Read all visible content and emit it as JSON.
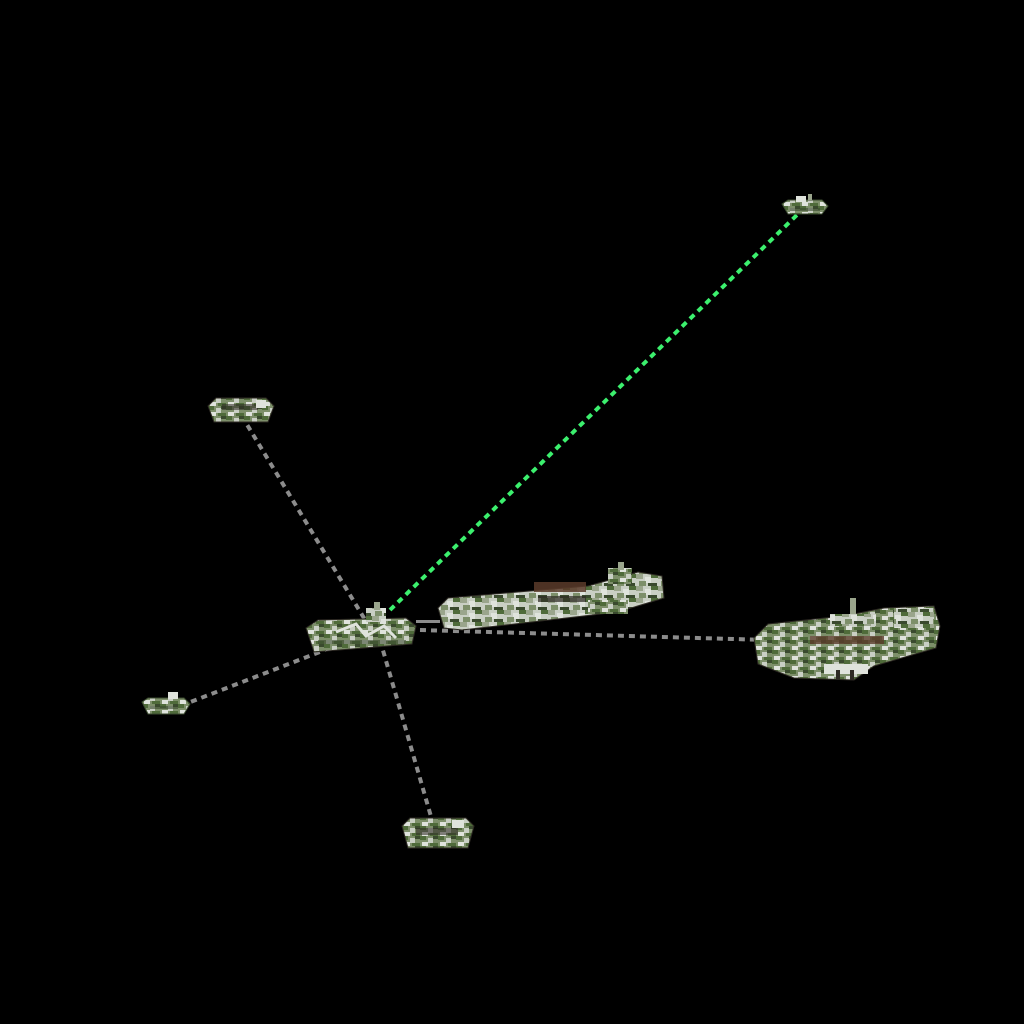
{
  "scene": {
    "background": "#000000",
    "link_color_active": "#3cf06e",
    "link_color_inactive": "#8c8c8c",
    "camo_colors": [
      "#4f6b3a",
      "#7d8f6a",
      "#c9cfc4",
      "#dfe3dc",
      "#3a4a2e",
      "#9aa58c"
    ],
    "detail_colors": [
      "#5a3b2a",
      "#2e2a24"
    ]
  },
  "ships": [
    {
      "id": "flagship",
      "kind": "cruiser",
      "icon": "flagship-icon"
    },
    {
      "id": "escort-upper-right",
      "kind": "scout",
      "icon": "scout-ship-icon"
    },
    {
      "id": "escort-upper-left",
      "kind": "corvette",
      "icon": "corvette-icon"
    },
    {
      "id": "escort-left",
      "kind": "scout",
      "icon": "scout-ship-icon"
    },
    {
      "id": "escort-bottom",
      "kind": "corvette",
      "icon": "corvette-icon"
    },
    {
      "id": "battleship",
      "kind": "battleship",
      "icon": "battleship-icon"
    },
    {
      "id": "carrier",
      "kind": "carrier",
      "icon": "carrier-icon"
    }
  ],
  "links": [
    {
      "from": "flagship",
      "to": "escort-upper-right",
      "state": "active"
    },
    {
      "from": "flagship",
      "to": "escort-upper-left",
      "state": "inactive"
    },
    {
      "from": "flagship",
      "to": "escort-left",
      "state": "inactive"
    },
    {
      "from": "flagship",
      "to": "escort-bottom",
      "state": "inactive"
    },
    {
      "from": "flagship",
      "to": "carrier",
      "state": "inactive"
    }
  ]
}
